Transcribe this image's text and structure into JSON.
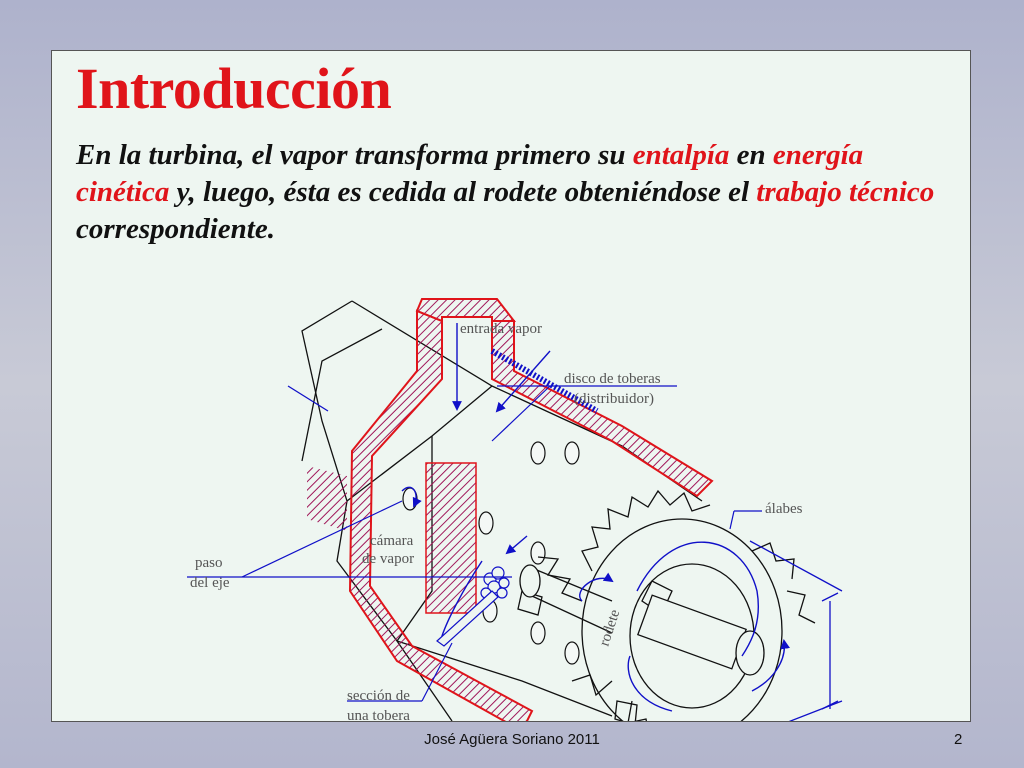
{
  "slide": {
    "title": "Introducción",
    "body": {
      "p1": "En la turbina, el vapor transforma primero su ",
      "h1": "entalpía",
      "p2": " en ",
      "h2": "energía cinética",
      "p3": " y, luego, ésta es cedida al rodete obteniéndose el ",
      "h3": "trabajo técnico",
      "p4": " correspondiente."
    },
    "highlight_color": "#e0141a",
    "diagram_labels": {
      "entrada": "entrada vapor",
      "disco1": "disco de toberas",
      "disco2": "(distribuidor)",
      "alabes": "álabes",
      "camara1": "cámara",
      "camara2": "de vapor",
      "paso1": "paso",
      "paso2": "del eje",
      "seccion1": "sección de",
      "seccion2": "una tobera",
      "rodete": "rodete"
    }
  },
  "footer": {
    "author": "José Agüera Soriano 2011",
    "page": "2"
  }
}
